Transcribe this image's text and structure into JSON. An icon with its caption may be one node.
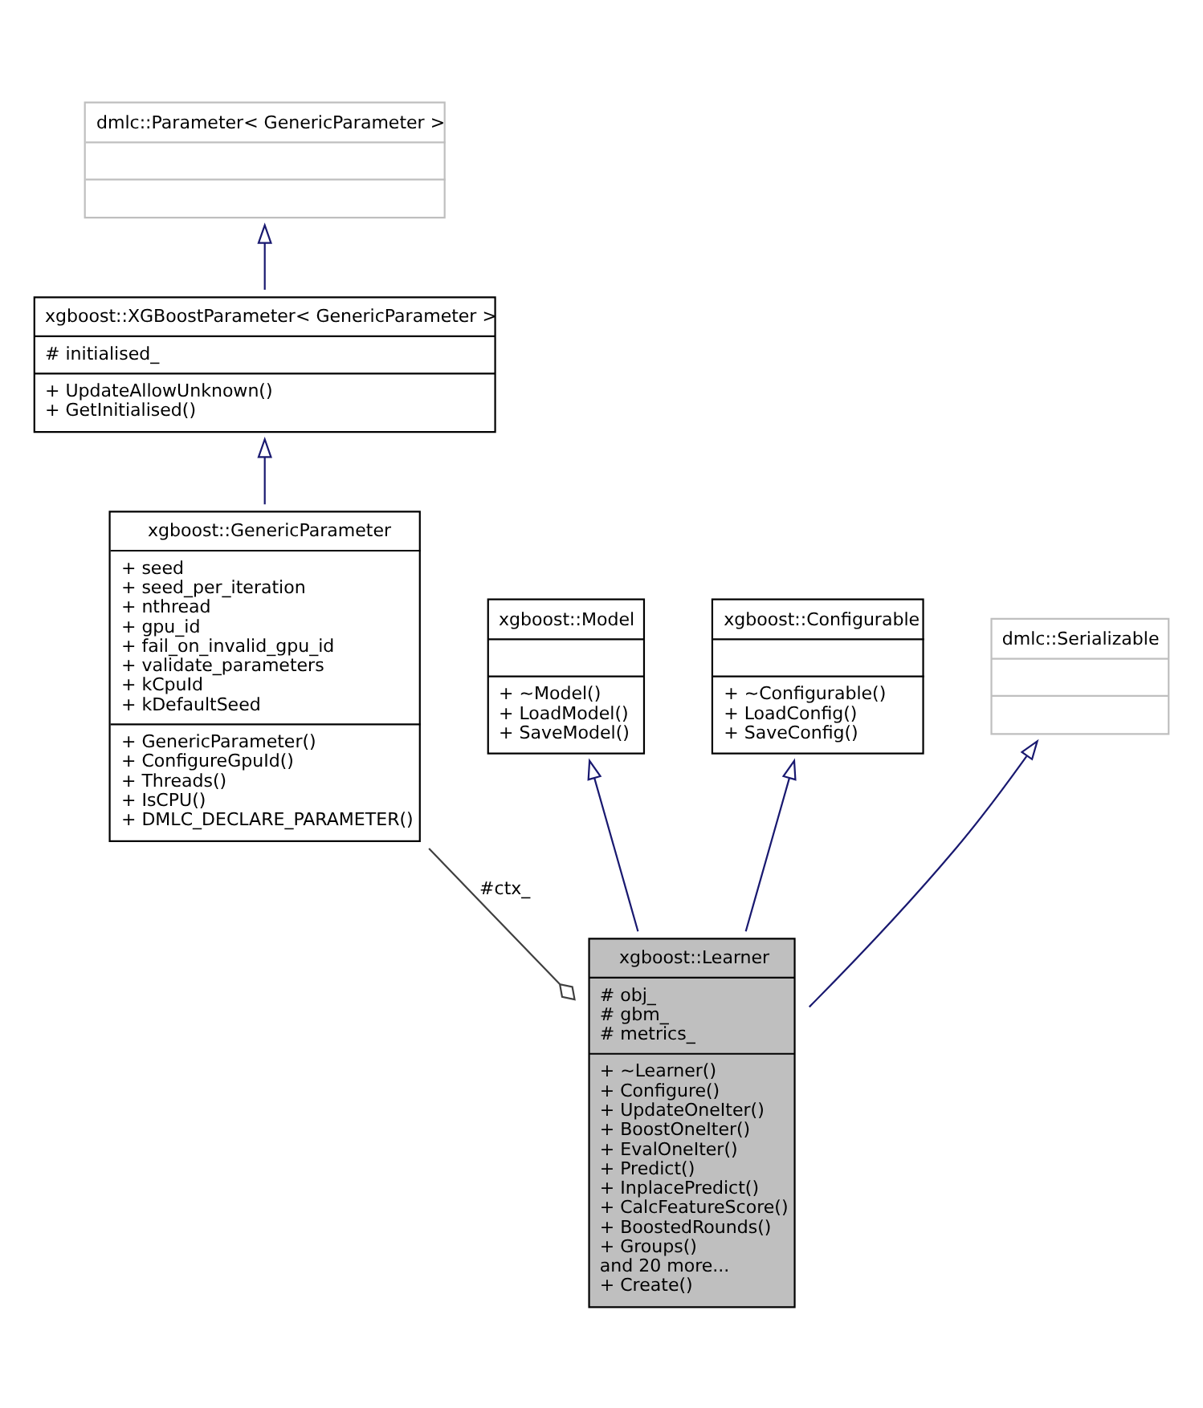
{
  "diagram": {
    "nodes": [
      {
        "text": [
          "dmlc::Parameter< GenericParameter >"
        ]
      },
      {
        "text": [
          "xgboost::XGBoostParameter< GenericParameter >",
          "# initialised_",
          "+ UpdateAllowUnknown()",
          "+ GetInitialised()"
        ]
      },
      {
        "text": [
          "xgboost::GenericParameter",
          "+ seed",
          "+ seed_per_iteration",
          "+ nthread",
          "+ gpu_id",
          "+ fail_on_invalid_gpu_id",
          "+ validate_parameters",
          "+ kCpuId",
          "+ kDefaultSeed",
          "+ GenericParameter()",
          "+ ConfigureGpuId()",
          "+ Threads()",
          "+ IsCPU()",
          "+ DMLC_DECLARE_PARAMETER()"
        ]
      },
      {
        "text": [
          "xgboost::Model",
          "+ ~Model()",
          "+ LoadModel()",
          "+ SaveModel()"
        ]
      },
      {
        "text": [
          "xgboost::Configurable",
          "+ ~Configurable()",
          "+ LoadConfig()",
          "+ SaveConfig()"
        ]
      },
      {
        "text": [
          "dmlc::Serializable"
        ]
      },
      {
        "text": [
          "xgboost::Learner",
          "# obj_",
          "# gbm_",
          "# metrics_",
          "+ ~Learner()",
          "+ Configure()",
          "+ UpdateOneIter()",
          "+ BoostOneIter()",
          "+ EvalOneIter()",
          "+ Predict()",
          "+ InplacePredict()",
          "+ CalcFeatureScore()",
          "+ BoostedRounds()",
          "+ Groups()",
          "and 20 more...",
          "+ Create()"
        ]
      }
    ],
    "edges": [
      {
        "from": 1,
        "to": 0,
        "arrow": "to"
      },
      {
        "from": 2,
        "to": 1,
        "arrow": "to"
      },
      {
        "from": 6,
        "to": 3,
        "arrow": "to"
      },
      {
        "from": 6,
        "to": 4,
        "arrow": "to"
      },
      {
        "from": 6,
        "to": 5,
        "arrow": "to"
      },
      {
        "from": 6,
        "to": 2,
        "arrow": "other",
        "label": "#ctx_",
        "color": "#404040"
      }
    ]
  }
}
